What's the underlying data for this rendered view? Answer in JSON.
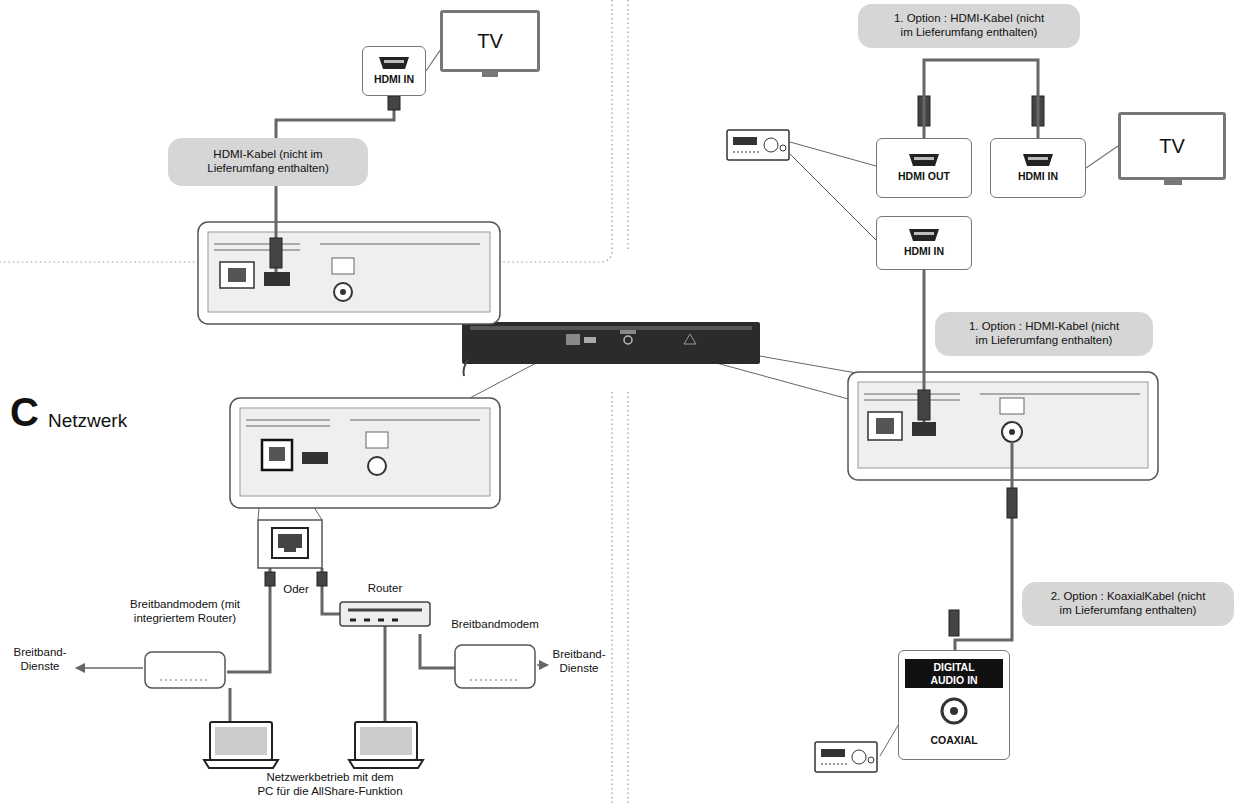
{
  "diagram": {
    "nodes": [
      {
        "text": [
          "HDMI IN"
        ]
      },
      {
        "text": [
          "TV"
        ]
      },
      {
        "text": [
          "HDMI-Kabel (nicht im Lieferumfang enthalten)"
        ]
      },
      {
        "text": [
          "1. Option : HDMI-Kabel (nicht im Lieferumfang enthalten)"
        ]
      },
      {
        "text": [
          "HDMI OUT"
        ]
      },
      {
        "text": [
          "HDMI IN"
        ]
      },
      {
        "text": [
          "TV"
        ]
      },
      {
        "text": [
          "HDMI IN"
        ]
      },
      {
        "text": [
          "1. Option : HDMI-Kabel (nicht im Lieferumfang enthalten)"
        ]
      },
      {
        "text": [
          "2. Option : KoaxialKabel (nicht im Lieferumfang enthalten)"
        ]
      },
      {
        "text": [
          "DIGITAL AUDIO IN",
          "COAXIAL"
        ]
      },
      {
        "text": [
          "Breitbandmodem (mit integriertem Router)"
        ]
      },
      {
        "text": [
          "Router"
        ]
      },
      {
        "text": [
          "Breitbandmodem"
        ]
      }
    ],
    "edges": [
      {
        "from": 0,
        "to": 1,
        "arrow": "none"
      },
      {
        "from": 4,
        "to": 5,
        "arrow": "none"
      },
      {
        "from": 5,
        "to": 6,
        "arrow": "none"
      },
      {
        "from": 12,
        "to": 13,
        "arrow": "none"
      }
    ],
    "labels": [
      "C",
      "Netzwerk",
      "Oder",
      "Breitband-Dienste",
      "Breitband-Dienste",
      "Netzwerkbetrieb mit dem PC für die AllShare-Funktion"
    ]
  }
}
